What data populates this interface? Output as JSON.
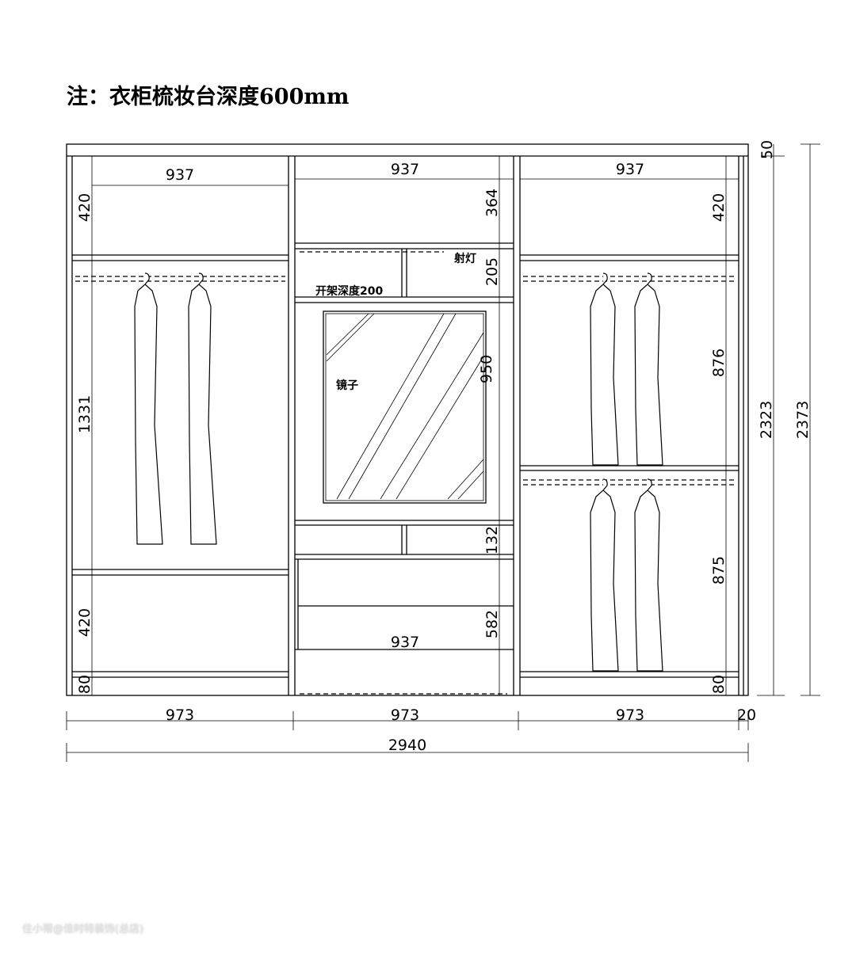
{
  "title": "注：衣柜梳妆台深度600mm",
  "watermark": "住小帮@佳时特装饰(总店)",
  "labels": {
    "open_shelf_depth": "开架深度200",
    "spotlight": "射灯",
    "mirror": "镜子"
  },
  "dimensions": {
    "left_top_width": "937",
    "mid_top_width": "937",
    "right_top_width": "937",
    "left_top_height": "420",
    "mid_top_height": "364",
    "right_top_height": "420",
    "mid_light_height": "205",
    "left_hang_height": "1331",
    "mirror_height": "950",
    "right_upper_hang": "876",
    "right_lower_hang": "875",
    "mid_drawer_height": "132",
    "mid_lower_height": "582",
    "mid_lower_width": "937",
    "left_bottom_height": "420",
    "left_plinth": "80",
    "right_plinth": "80",
    "top_board": "50",
    "inner_height": "2323",
    "total_height": "2373",
    "left_section_width": "973",
    "mid_section_width": "973",
    "right_section_width": "973",
    "side_panel": "20",
    "total_width": "2940"
  }
}
